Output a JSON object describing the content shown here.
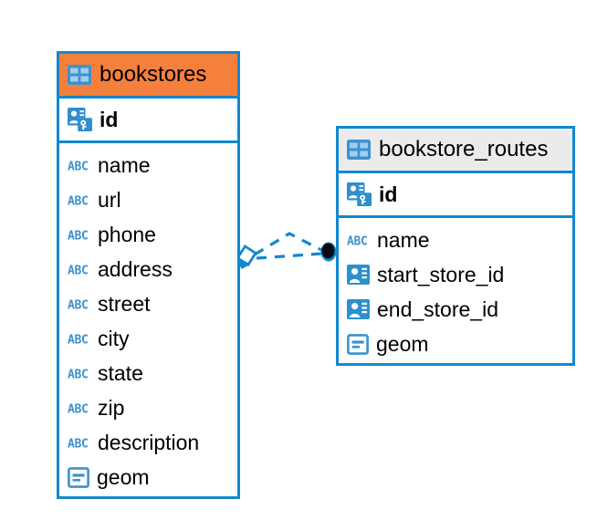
{
  "diagram": {
    "type": "entity-relationship-diagram",
    "background_color": "#FFFFFF",
    "border_color": "#1288CE",
    "header_accent_color": "#F5803E",
    "header_neutral_color": "#EBEBEB",
    "icon_color": "#3C92CE",
    "text_color": "#000000"
  },
  "tables": [
    {
      "name": "bookstores",
      "header_style": "orange",
      "header_icon": "table-icon",
      "primary_key": {
        "label": "id",
        "icon": "primary-key-icon"
      },
      "fields": [
        {
          "label": "name",
          "icon": "text-abc-icon"
        },
        {
          "label": "url",
          "icon": "text-abc-icon"
        },
        {
          "label": "phone",
          "icon": "text-abc-icon"
        },
        {
          "label": "address",
          "icon": "text-abc-icon"
        },
        {
          "label": "street",
          "icon": "text-abc-icon"
        },
        {
          "label": "city",
          "icon": "text-abc-icon"
        },
        {
          "label": "state",
          "icon": "text-abc-icon"
        },
        {
          "label": "zip",
          "icon": "text-abc-icon"
        },
        {
          "label": "description",
          "icon": "text-abc-icon"
        },
        {
          "label": "geom",
          "icon": "geometry-icon"
        }
      ]
    },
    {
      "name": "bookstore_routes",
      "header_style": "gray",
      "header_icon": "table-icon",
      "primary_key": {
        "label": "id",
        "icon": "primary-key-icon"
      },
      "fields": [
        {
          "label": "name",
          "icon": "text-abc-icon"
        },
        {
          "label": "start_store_id",
          "icon": "foreign-key-icon"
        },
        {
          "label": "end_store_id",
          "icon": "foreign-key-icon"
        },
        {
          "label": "geom",
          "icon": "geometry-icon"
        }
      ]
    }
  ],
  "relationship": {
    "from_table": "bookstores",
    "to_table": "bookstore_routes",
    "line_style": "dashed",
    "line_color": "#1288CE",
    "source_marker": "diamond-outline-marker",
    "target_marker": "filled-circle-marker"
  }
}
